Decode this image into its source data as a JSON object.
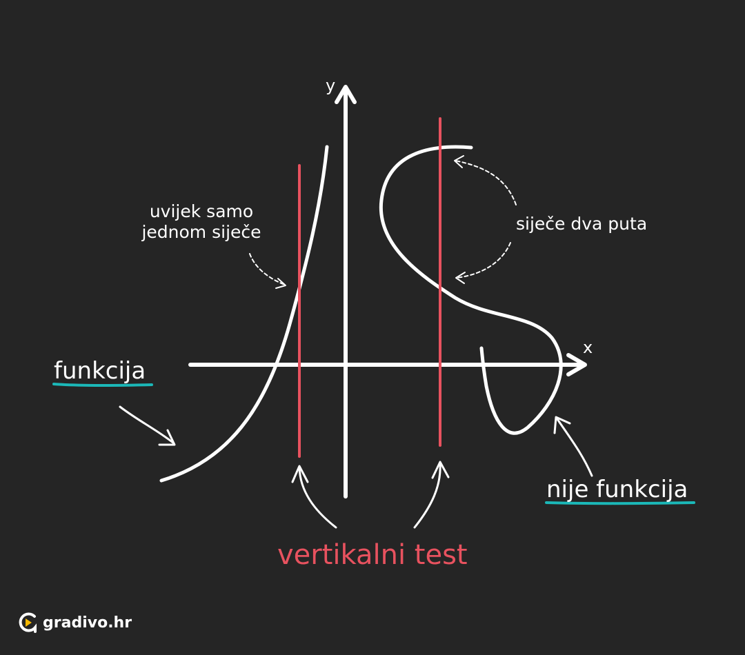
{
  "colors": {
    "background": "#252525",
    "stroke": "#ffffff",
    "accent_red": "#e8525f",
    "accent_teal": "#1bb8b8",
    "logo_yellow": "#f5b800"
  },
  "axes": {
    "x_label": "x",
    "y_label": "y"
  },
  "annotations": {
    "left_note_line1": "uvijek samo",
    "left_note_line2": "jednom siječe",
    "right_note": "siječe dva puta",
    "function_label": "funkcija",
    "not_function_label": "nije funkcija",
    "test_label": "vertikalni test"
  },
  "logo": {
    "text": "gradivo.hr",
    "icon": "gradivo-logo-icon"
  }
}
